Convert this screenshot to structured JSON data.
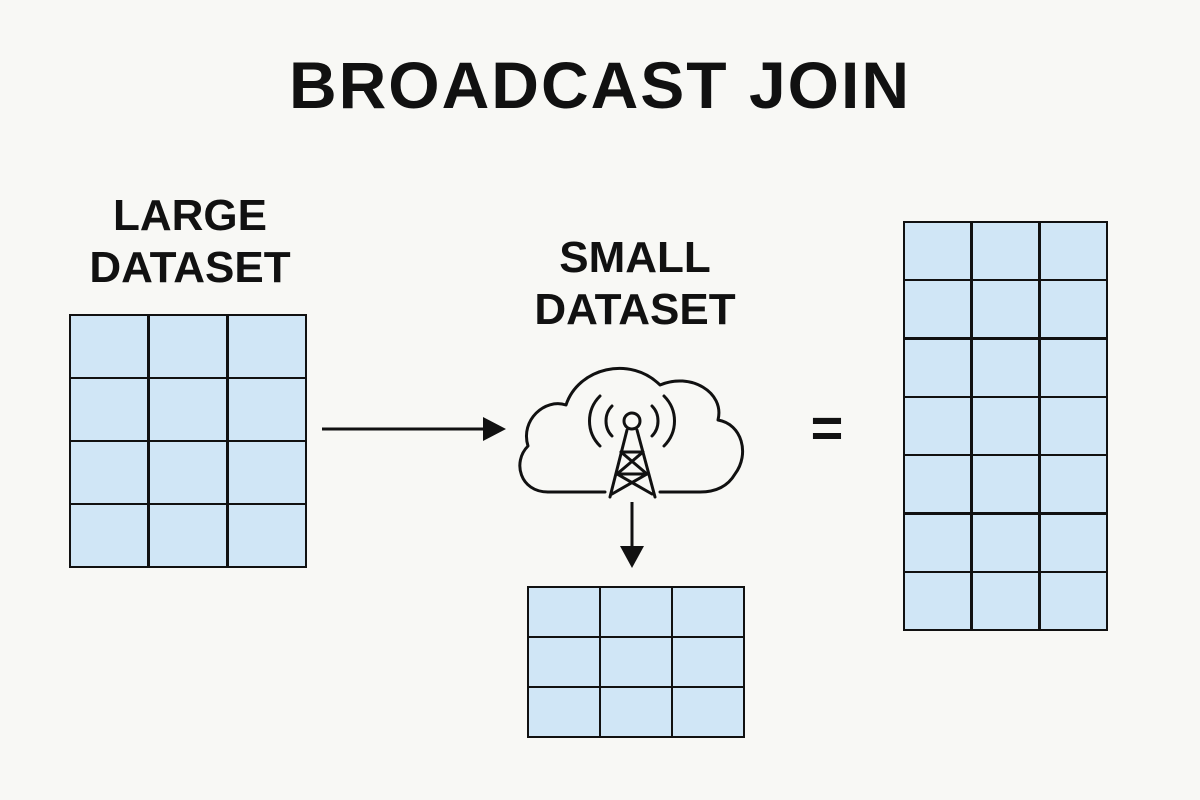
{
  "title": "BROADCAST JOIN",
  "large_dataset": {
    "label_lines": [
      "LARGE",
      "DATASET"
    ],
    "rows": 4,
    "cols": 3
  },
  "small_dataset": {
    "label_lines": [
      "SMALL",
      "DATASET"
    ],
    "rows": 3,
    "cols": 3,
    "icon": "broadcast-tower-cloud-icon"
  },
  "result_dataset": {
    "rows": 7,
    "cols": 3
  },
  "operator": "=",
  "colors": {
    "background": "#f8f8f5",
    "cell_fill": "#d0e6f6",
    "stroke": "#111111"
  }
}
